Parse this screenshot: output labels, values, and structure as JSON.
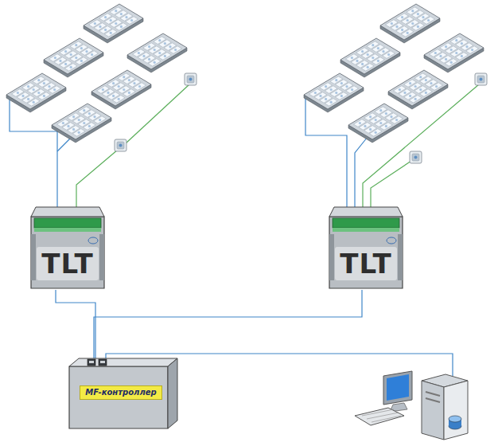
{
  "diagram": {
    "nodes": [
      {
        "text": [
          "TLT"
        ]
      },
      {
        "text": [
          "TLT"
        ]
      },
      {
        "text": [
          "MF-контроллер"
        ]
      }
    ],
    "edges": [
      {
        "from": 2,
        "to": 0,
        "arrow": "none"
      },
      {
        "from": 2,
        "to": 1,
        "arrow": "none"
      }
    ]
  }
}
